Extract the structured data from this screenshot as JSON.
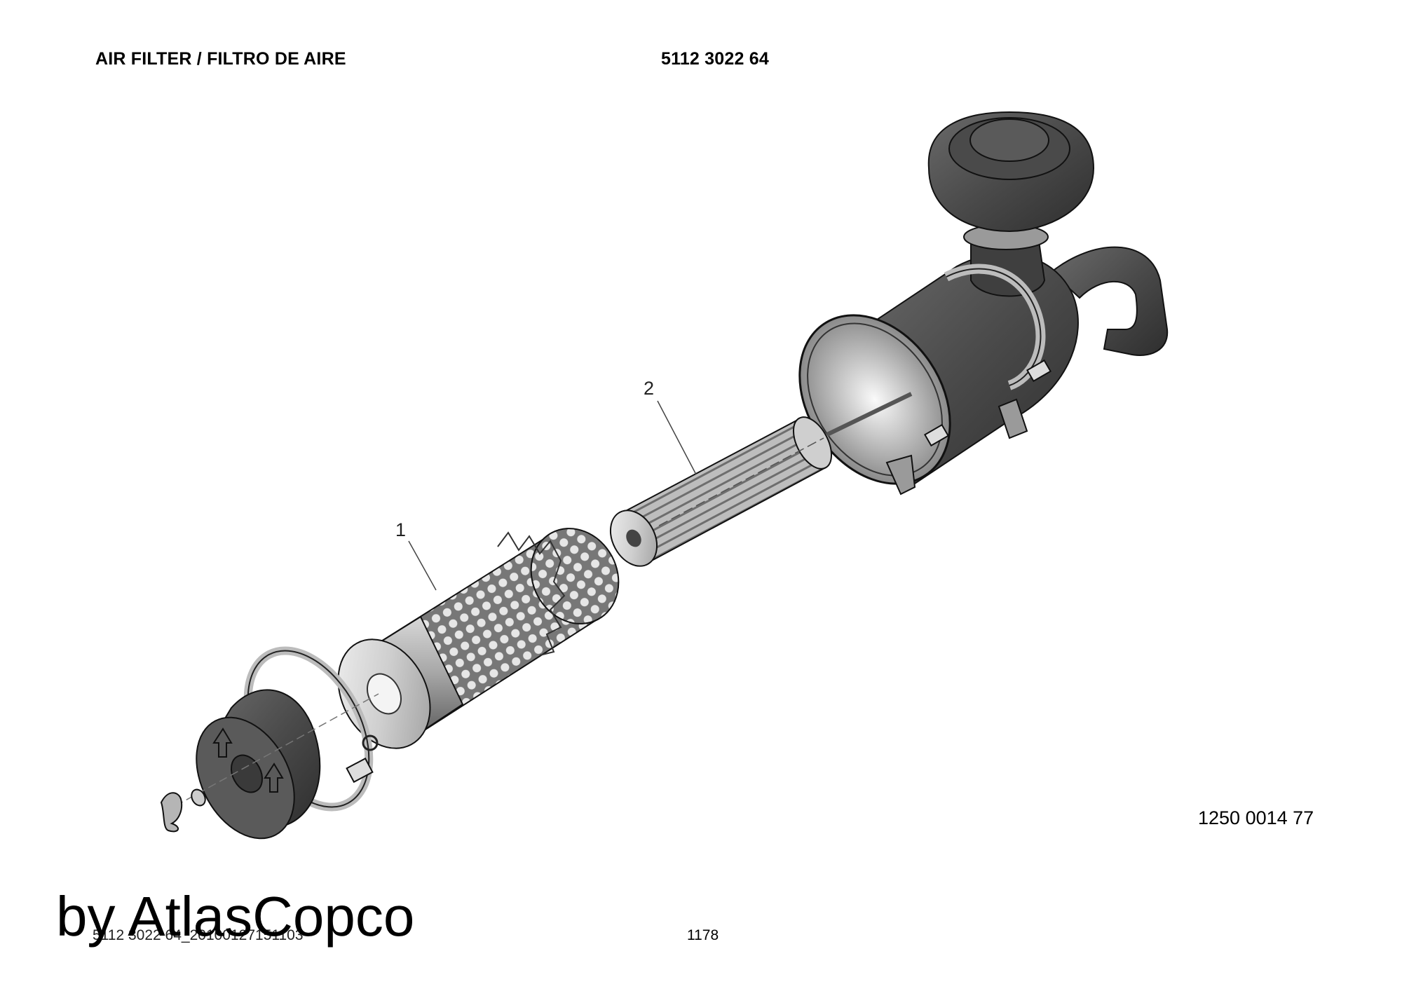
{
  "header": {
    "title": "AIR FILTER / FILTRO DE AIRE",
    "part_number": "5112 3022 64"
  },
  "drawing": {
    "drawing_number": "1250 0014 77",
    "callouts": [
      {
        "label": "1"
      },
      {
        "label": "2"
      }
    ]
  },
  "footer": {
    "file_reference": "5112 3022 64_20100127151103",
    "page_number": "1178",
    "watermark": "by AtlasCopco"
  }
}
